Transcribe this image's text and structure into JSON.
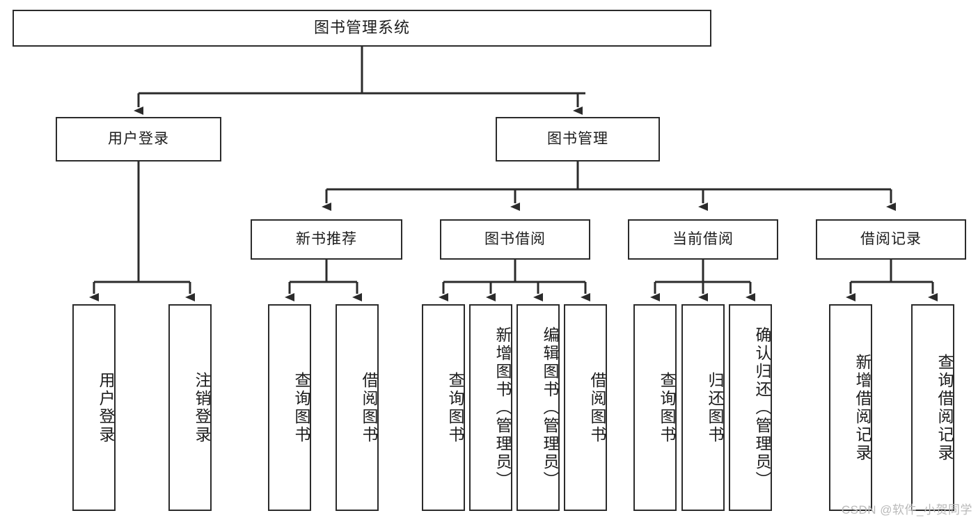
{
  "diagram": {
    "title": "图书管理系统",
    "watermark": "CSDN @软件_小贺同学",
    "colors": {
      "stroke": "#2b2b2b",
      "background": "#ffffff",
      "text": "#1c1c1c",
      "watermark": "#b9b9b9"
    },
    "root": {
      "label": "图书管理系统"
    },
    "level2": [
      {
        "label": "用户登录"
      },
      {
        "label": "图书管理"
      }
    ],
    "level3": [
      {
        "label": "新书推荐"
      },
      {
        "label": "图书借阅"
      },
      {
        "label": "当前借阅"
      },
      {
        "label": "借阅记录"
      }
    ],
    "leaves": {
      "user_login": [
        {
          "label": "用户登录"
        },
        {
          "label": "注销登录"
        }
      ],
      "new_book": [
        {
          "label": "查询图书"
        },
        {
          "label": "借阅图书"
        }
      ],
      "book_borrow": [
        {
          "label": "查询图书"
        },
        {
          "label": "新增图书（管理员）"
        },
        {
          "label": "编辑图书（管理员）"
        },
        {
          "label": "借阅图书"
        }
      ],
      "current_borrow": [
        {
          "label": "查询图书"
        },
        {
          "label": "归还图书"
        },
        {
          "label": "确认归还（管理员）"
        }
      ],
      "borrow_record": [
        {
          "label": "新增借阅记录"
        },
        {
          "label": "查询借阅记录"
        }
      ]
    }
  }
}
